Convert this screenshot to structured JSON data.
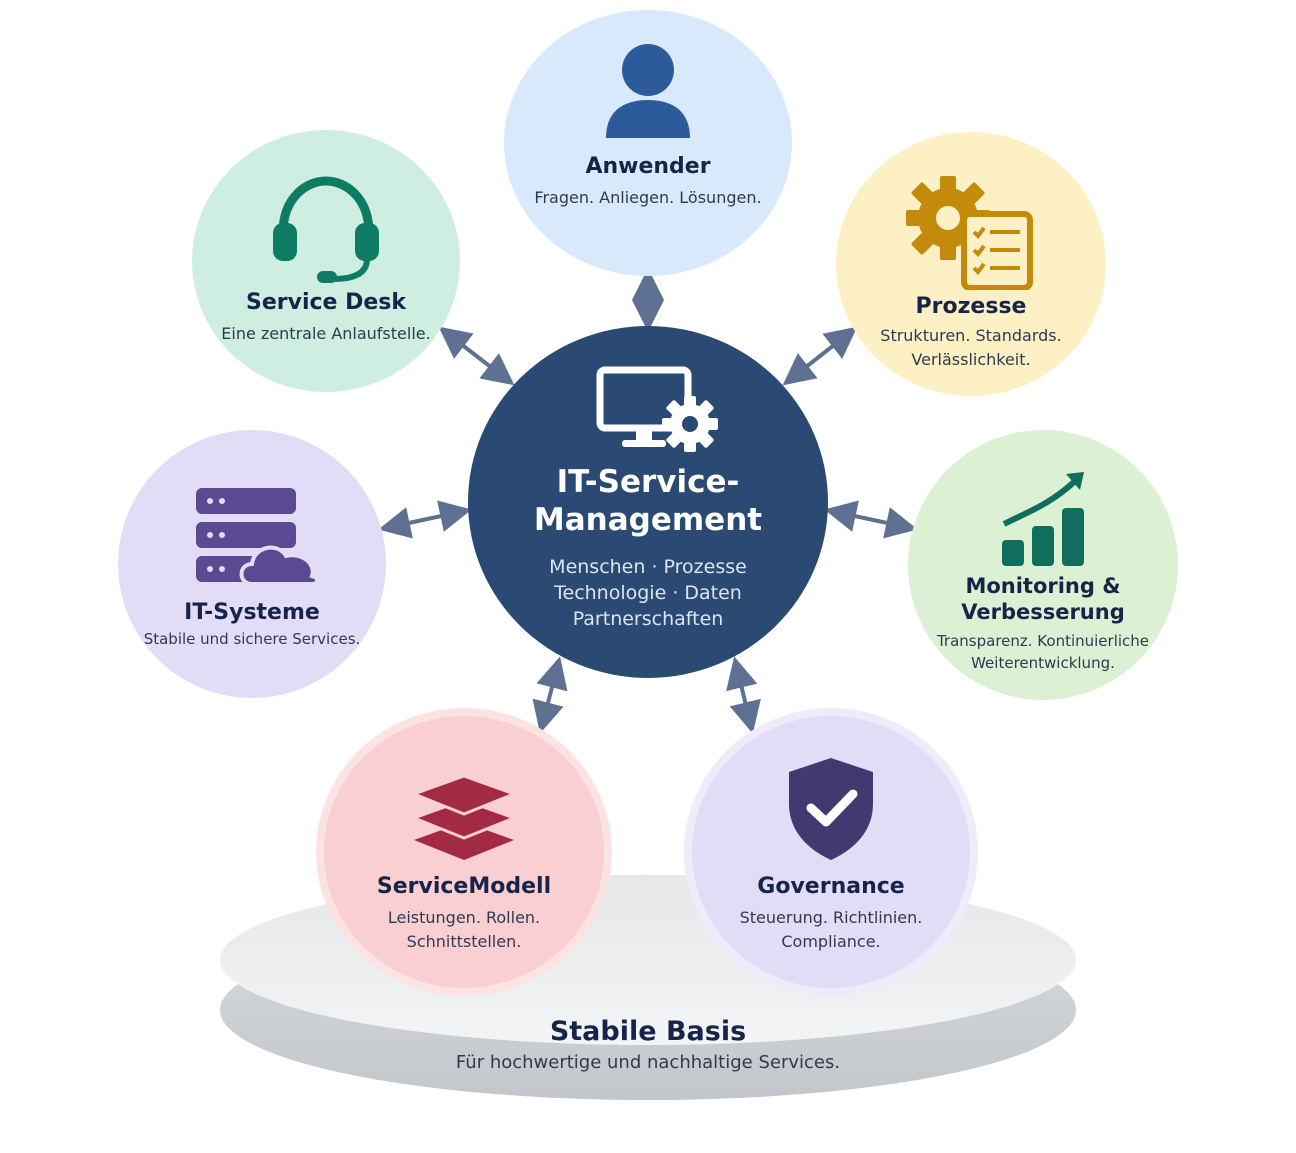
{
  "center": {
    "title_line1": "IT-Service-",
    "title_line2": "Management",
    "sub_line1": "Menschen · Prozesse",
    "sub_line2": "Technologie · Daten",
    "sub_line3": "Partnerschaften"
  },
  "nodes": {
    "anwender": {
      "title": "Anwender",
      "sub1": "Fragen. Anliegen. Lösungen.",
      "icon": "user-icon",
      "color": "#d7e9fb",
      "icon_color": "#2d5a9a"
    },
    "service_desk": {
      "title": "Service Desk",
      "sub1": "Eine zentrale Anlaufstelle.",
      "icon": "headset-icon",
      "color": "#cdeee0",
      "icon_color": "#0e7c63"
    },
    "prozesse": {
      "title": "Prozesse",
      "sub1": "Strukturen. Standards.",
      "sub2": "Verlässlichkeit.",
      "icon": "gear-checklist-icon",
      "color": "#fdf0c4",
      "icon_color": "#c48a0a"
    },
    "it_systeme": {
      "title": "IT-Systeme",
      "sub1": "Stabile und sichere Services.",
      "icon": "server-cloud-icon",
      "color": "#e3dcf7",
      "icon_color": "#5b4a91"
    },
    "monitoring": {
      "title_line1": "Monitoring &",
      "title_line2": "Verbesserung",
      "sub1": "Transparenz. Kontinuierliche",
      "sub2": "Weiterentwicklung.",
      "icon": "growth-chart-icon",
      "color": "#dcf0d3",
      "icon_color": "#0f6e5c"
    },
    "servicemodell": {
      "title": "ServiceModell",
      "sub1": "Leistungen. Rollen.",
      "sub2": "Schnittstellen.",
      "icon": "layers-icon",
      "color": "#f9cfd2",
      "icon_color": "#a32a45"
    },
    "governance": {
      "title": "Governance",
      "sub1": "Steuerung. Richtlinien.",
      "sub2": "Compliance.",
      "icon": "shield-check-icon",
      "color": "#e2dcf7",
      "icon_color": "#43386f"
    }
  },
  "platform": {
    "title": "Stabile Basis",
    "subtitle": "Für hochwertige und nachhaltige Services."
  },
  "colors": {
    "center_fill": "#2a4a74",
    "arrow": "#5e7192",
    "title_text": "#16244a"
  }
}
